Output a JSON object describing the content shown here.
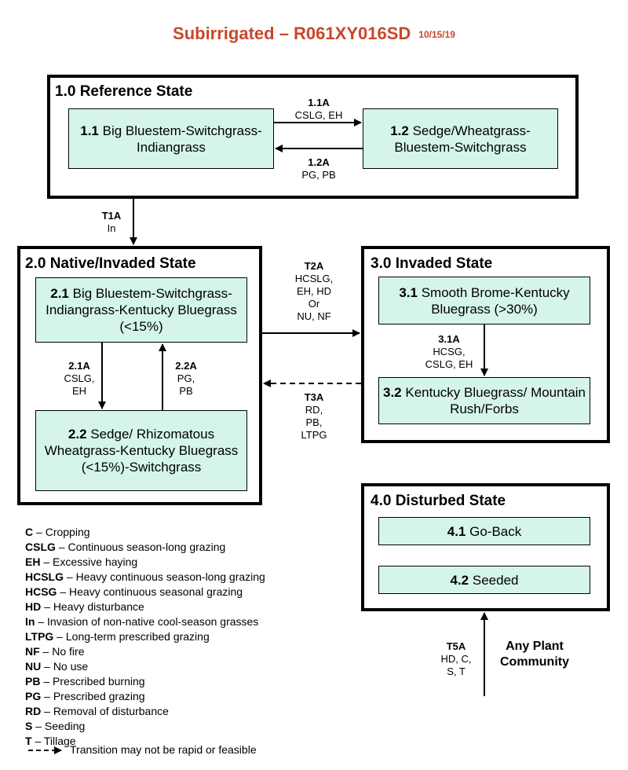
{
  "header": {
    "title": "Subirrigated – R061XY016SD",
    "date": "10/15/19"
  },
  "states": {
    "s1": {
      "title": "1.0 Reference State",
      "c11": {
        "num": "1.1",
        "name": "Big Bluestem-Switchgrass-Indiangrass"
      },
      "c12": {
        "num": "1.2",
        "name": "Sedge/Wheatgrass-Bluestem-Switchgrass"
      }
    },
    "s2": {
      "title": "2.0 Native/Invaded State",
      "c21": {
        "num": "2.1",
        "name": "Big Bluestem-Switchgrass-Indiangrass-Kentucky Bluegrass (<15%)"
      },
      "c22": {
        "num": "2.2",
        "name": "Sedge/ Rhizomatous Wheatgrass-Kentucky Bluegrass (<15%)-Switchgrass"
      }
    },
    "s3": {
      "title": "3.0 Invaded State",
      "c31": {
        "num": "3.1",
        "name": "Smooth Brome-Kentucky Bluegrass (>30%)"
      },
      "c32": {
        "num": "3.2",
        "name": "Kentucky Bluegrass/ Mountain Rush/Forbs"
      }
    },
    "s4": {
      "title": "4.0 Disturbed State",
      "c41": {
        "num": "4.1",
        "name": "Go-Back"
      },
      "c42": {
        "num": "4.2",
        "name": "Seeded"
      }
    }
  },
  "transitions": {
    "p11a": {
      "code": "1.1A",
      "text": "CSLG, EH"
    },
    "p12a": {
      "code": "1.2A",
      "text": "PG, PB"
    },
    "t1a": {
      "code": "T1A",
      "text": "In"
    },
    "t2a": {
      "code": "T2A",
      "l1": "HCSLG,",
      "l2": "EH, HD",
      "l3": "Or",
      "l4": "NU, NF"
    },
    "p21a": {
      "code": "2.1A",
      "l1": "CSLG,",
      "l2": "EH"
    },
    "p22a": {
      "code": "2.2A",
      "l1": "PG,",
      "l2": "PB"
    },
    "p31a": {
      "code": "3.1A",
      "l1": "HCSG,",
      "l2": "CSLG, EH"
    },
    "t3a": {
      "code": "T3A",
      "l1": "RD,",
      "l2": "PB,",
      "l3": "LTPG"
    },
    "t5a": {
      "code": "T5A",
      "l1": "HD, C,",
      "l2": "S, T"
    }
  },
  "any_plant": {
    "l1": "Any Plant",
    "l2": "Community"
  },
  "legend": [
    {
      "abbr": "C",
      "desc": "Cropping"
    },
    {
      "abbr": "CSLG",
      "desc": "Continuous season-long grazing"
    },
    {
      "abbr": "EH",
      "desc": "Excessive haying"
    },
    {
      "abbr": "HCSLG",
      "desc": "Heavy continuous season-long grazing"
    },
    {
      "abbr": "HCSG",
      "desc": "Heavy continuous seasonal grazing"
    },
    {
      "abbr": "HD",
      "desc": "Heavy disturbance"
    },
    {
      "abbr": "In",
      "desc": "Invasion of non-native cool-season grasses"
    },
    {
      "abbr": "LTPG",
      "desc": "Long-term prescribed grazing"
    },
    {
      "abbr": "NF",
      "desc": "No fire"
    },
    {
      "abbr": "NU",
      "desc": "No use"
    },
    {
      "abbr": "PB",
      "desc": "Prescribed burning"
    },
    {
      "abbr": "PG",
      "desc": "Prescribed grazing"
    },
    {
      "abbr": "RD",
      "desc": "Removal of disturbance"
    },
    {
      "abbr": "S",
      "desc": "Seeding"
    },
    {
      "abbr": "T",
      "desc": "Tillage"
    }
  ],
  "legend_dashed": "Transition may not be rapid or feasible",
  "colors": {
    "title": "#c8472b",
    "box_fill": "#d5f5ea"
  }
}
